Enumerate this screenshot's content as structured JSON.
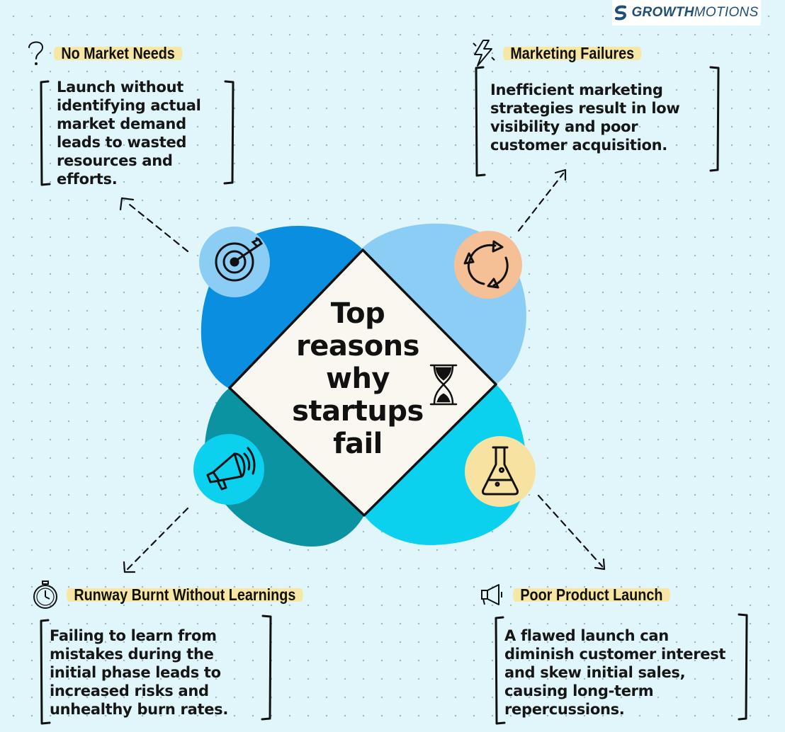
{
  "brand": {
    "name_part1": "GROWTH",
    "name_part2": "MOTIONS"
  },
  "center": {
    "lines": [
      "Top",
      "reasons",
      "why",
      "startups",
      "fail"
    ]
  },
  "reasons": {
    "no_market_needs": {
      "title": "No Market Needs",
      "lines": [
        "Launch without",
        "identifying actual",
        "market demand",
        "leads to wasted",
        "resources and",
        "efforts."
      ]
    },
    "marketing_failures": {
      "title": "Marketing Failures",
      "lines": [
        "Inefficient marketing",
        "strategies result in low",
        "visibility and poor",
        "customer acquisition."
      ]
    },
    "runway_burnt": {
      "title": "Runway Burnt Without Learnings",
      "lines": [
        "Failing to learn from",
        "mistakes during the",
        "initial phase leads to",
        "increased risks and",
        "unhealthy burn rates."
      ]
    },
    "poor_product_launch": {
      "title": "Poor Product Launch",
      "lines": [
        "A flawed launch can",
        "diminish customer interest",
        "and skew initial sales,",
        "causing long-term",
        "repercussions."
      ]
    }
  },
  "icons": {
    "top_left": "target-icon",
    "top_right": "recycle-arrows-icon",
    "bottom_left": "megaphone-icon",
    "bottom_right": "flask-icon",
    "center": "hourglass-icon",
    "heading_1": "question-mark-icon",
    "heading_2": "lightning-icon",
    "heading_3": "stopwatch-icon",
    "heading_4": "loudspeaker-icon"
  },
  "colors": {
    "background": "#e1f6fb",
    "blob_top_left": "#0a8fe0",
    "blob_top_right": "#8ccdf6",
    "blob_bottom_left": "#0b93a2",
    "blob_bottom_right": "#0bd0ee",
    "diamond": "#faf7f0",
    "highlight": "#f7e7a4",
    "logo": "#1f4e79"
  }
}
